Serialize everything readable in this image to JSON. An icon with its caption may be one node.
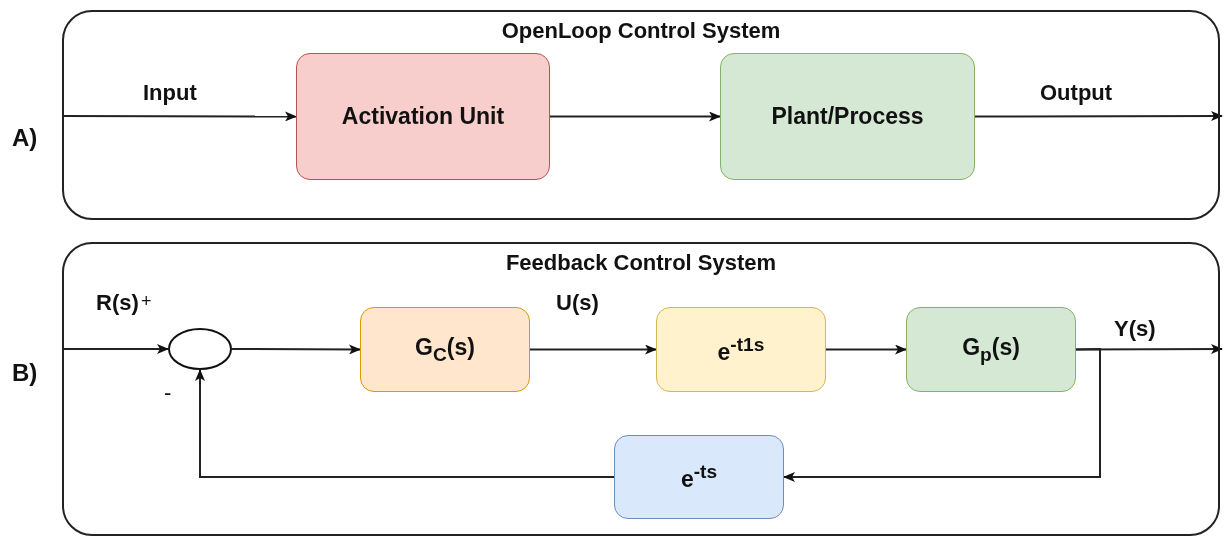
{
  "diagram": {
    "nodes": [
      {
        "text": [
          "OpenLoop Control System"
        ]
      },
      {
        "text": [
          "Activation Unit"
        ],
        "in": 0
      },
      {
        "text": [
          "Plant/Process"
        ],
        "in": 0
      },
      {
        "text": [
          "Feedback Control System"
        ]
      },
      {
        "text": [],
        "shape": "circle",
        "in": 3
      },
      {
        "text": [
          "G$_{C}$(s)"
        ],
        "in": 3
      },
      {
        "text": [
          "e$^{-t1s}$"
        ],
        "in": 3
      },
      {
        "text": [
          "G$_{p}$(s)"
        ],
        "in": 3
      },
      {
        "text": [
          "e$^{-ts}$"
        ],
        "in": 3
      }
    ],
    "edges": [
      {
        "from": null,
        "to": 1,
        "arrow": "to",
        "label": "Input"
      },
      {
        "from": 1,
        "to": 2,
        "arrow": "to"
      },
      {
        "from": 2,
        "to": null,
        "arrow": "to",
        "label": "Output"
      },
      {
        "from": null,
        "to": 4,
        "arrow": "to",
        "label": "R(s)"
      },
      {
        "from": 4,
        "to": 5,
        "arrow": "to"
      },
      {
        "from": 5,
        "to": 6,
        "arrow": "to",
        "label": "U(s)"
      },
      {
        "from": 6,
        "to": 7,
        "arrow": "to"
      },
      {
        "from": 7,
        "to": null,
        "arrow": "to",
        "label": "Y(s)"
      },
      {
        "from": 7,
        "to": 8,
        "arrow": "to"
      },
      {
        "from": 8,
        "to": 4,
        "arrow": "to"
      }
    ],
    "labels": [
      "A)",
      "B)",
      "+",
      "-"
    ]
  }
}
